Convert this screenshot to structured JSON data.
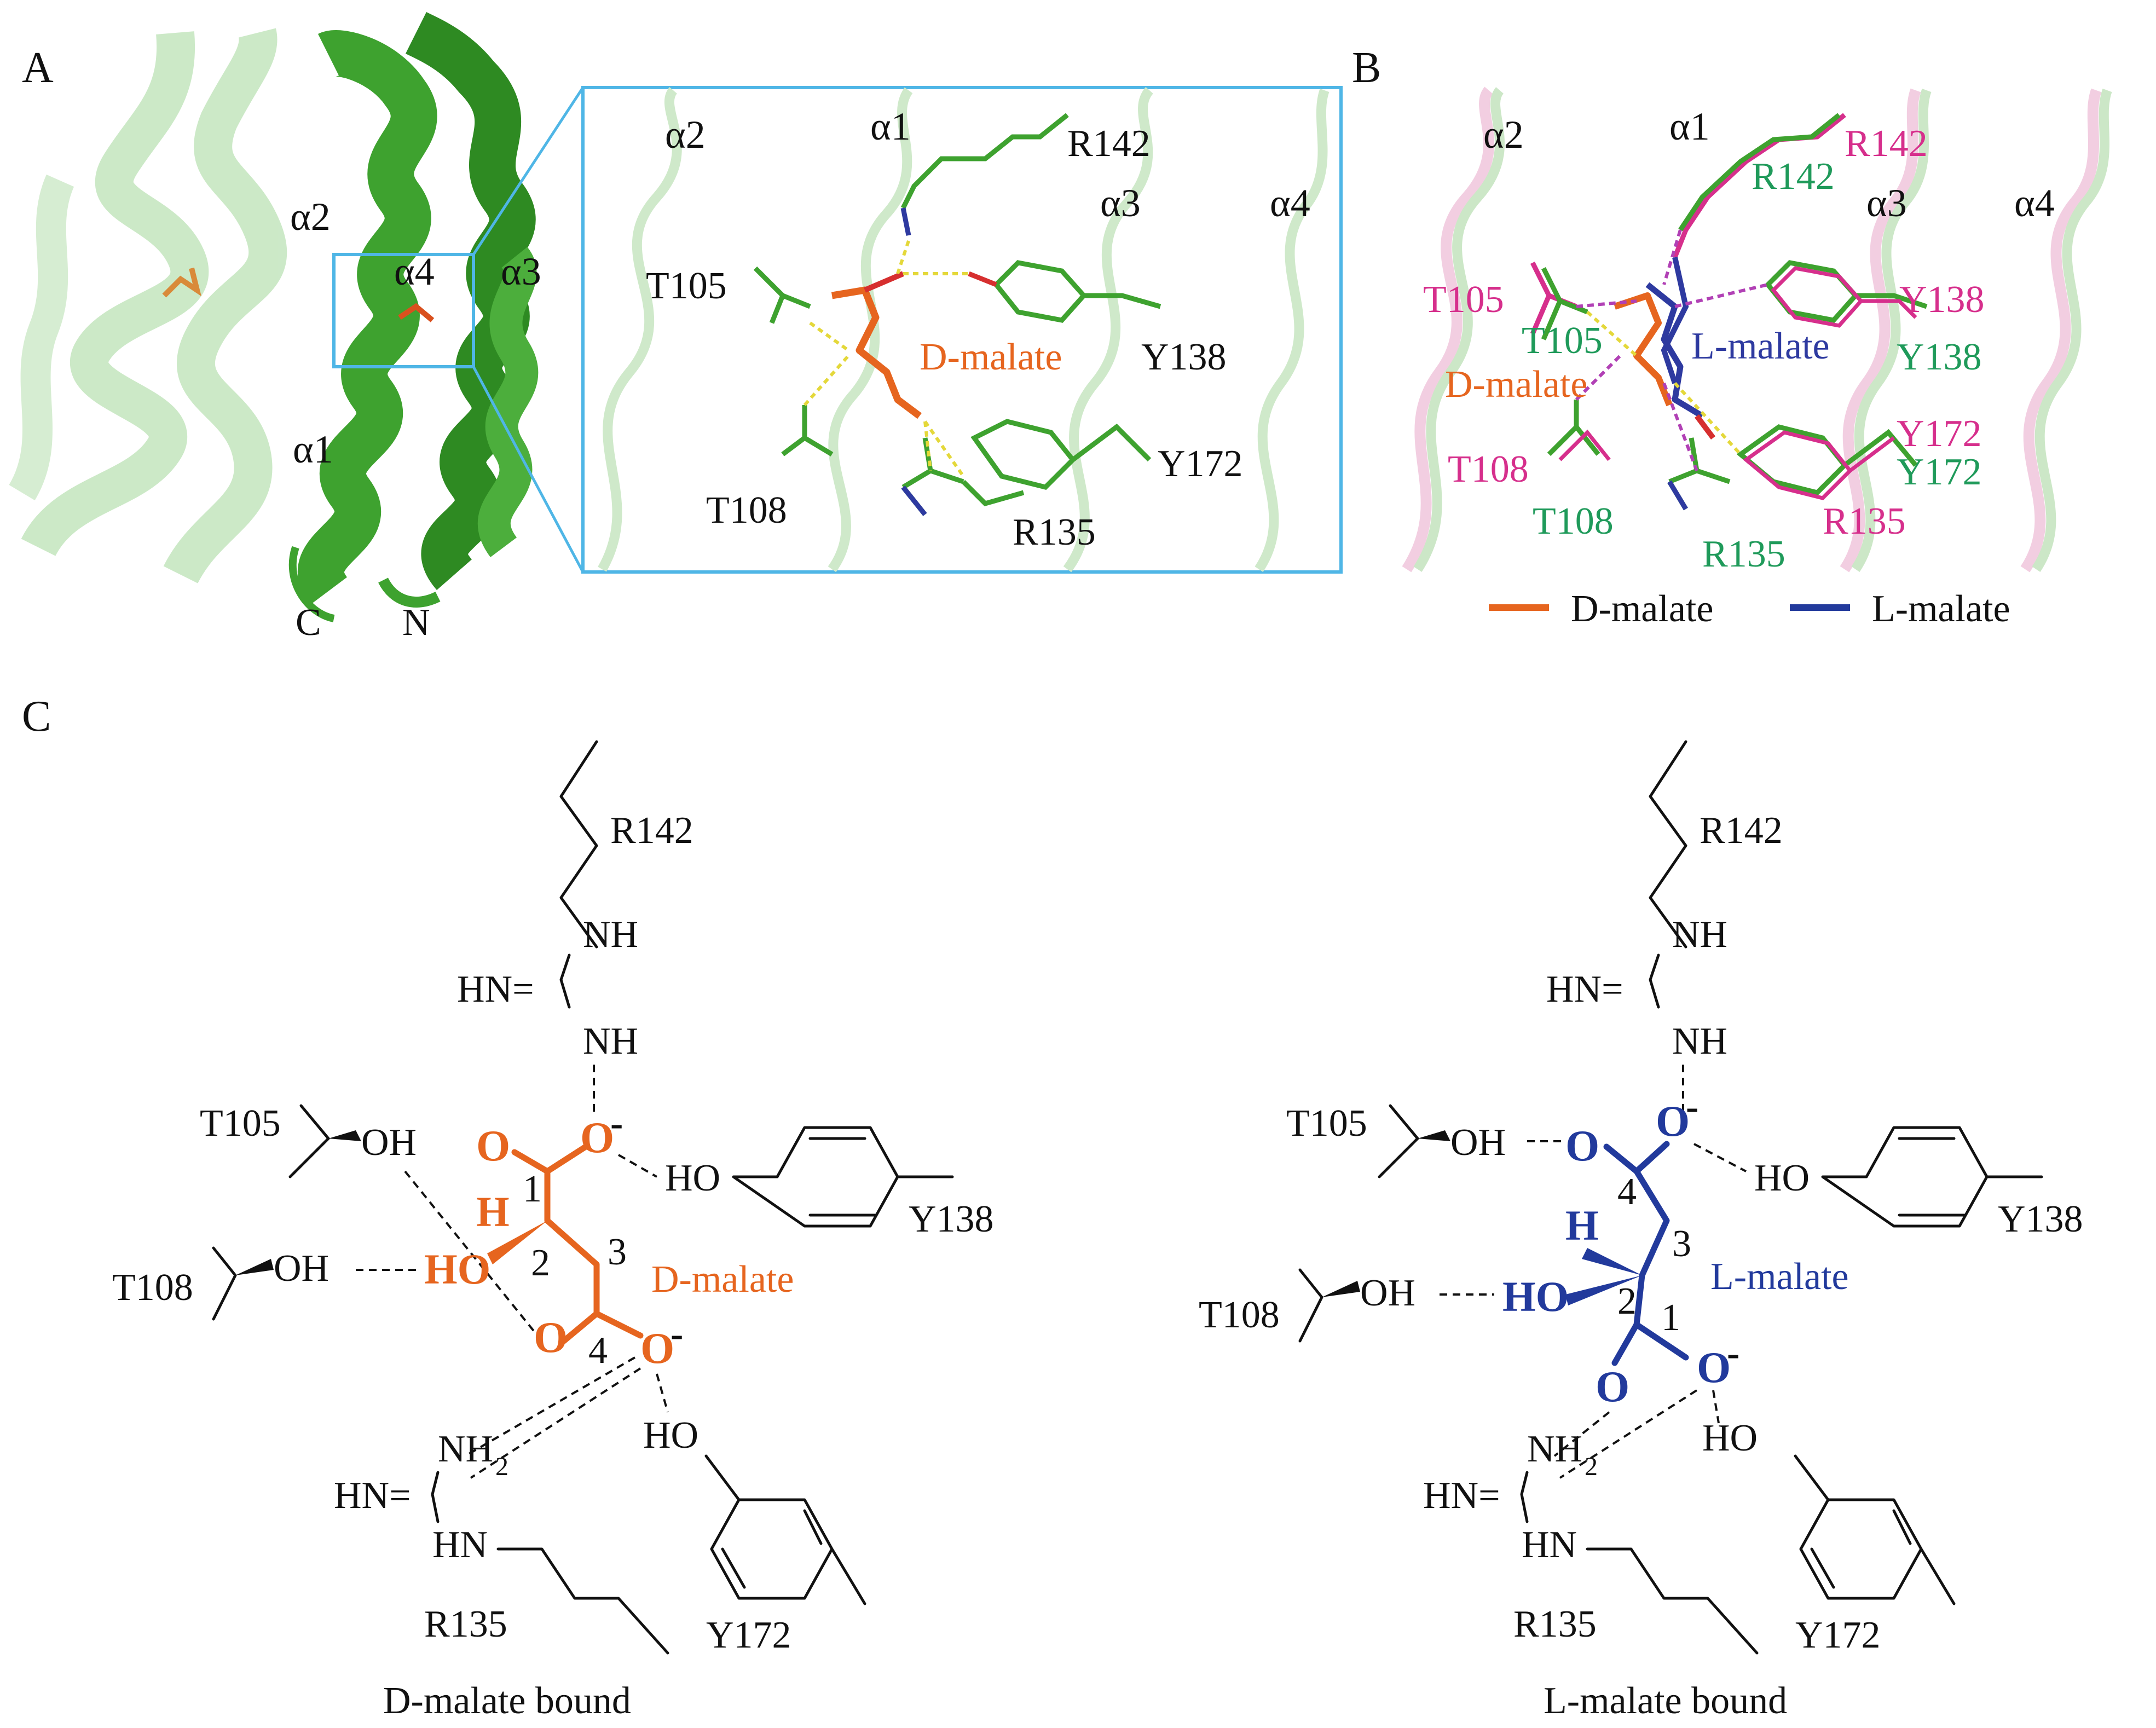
{
  "panels": {
    "A": {
      "letter": "A",
      "helices": [
        "α2",
        "α4",
        "α3",
        "α1"
      ],
      "termini": [
        "C",
        "N"
      ],
      "zoom_helices": [
        "α2",
        "α1",
        "α3",
        "α4"
      ],
      "residues": [
        "R142",
        "T105",
        "Y138",
        "D-malate",
        "T108",
        "Y172",
        "R135"
      ]
    },
    "B": {
      "letter": "B",
      "helices": [
        "α2",
        "α1",
        "α3",
        "α4"
      ],
      "residues_magenta": [
        "R142",
        "T105",
        "Y138",
        "T108",
        "Y172",
        "R135"
      ],
      "residues_green": [
        "R142",
        "T105",
        "Y138",
        "T108",
        "Y172",
        "R135"
      ],
      "ligands": [
        "L-malate",
        "D-malate"
      ],
      "legend": [
        {
          "label": "D-malate",
          "color": "#e6651f"
        },
        {
          "label": "L-malate",
          "color": "#223a9c"
        }
      ]
    },
    "C": {
      "letter": "C",
      "left": {
        "caption": "D-malate bound",
        "ligand": "D-malate",
        "residues": [
          "R142",
          "T105",
          "T108",
          "Y138",
          "R135",
          "Y172"
        ],
        "atoms": {
          "NH": "NH",
          "HN_eq": "HN=",
          "OH": "OH",
          "HO": "HO",
          "O": "O",
          "O_minus": "O",
          "H": "H",
          "NH2": "NH",
          "sub2": "2",
          "HN": "HN",
          "minus": "-"
        },
        "numbers": [
          "1",
          "2",
          "3",
          "4"
        ]
      },
      "right": {
        "caption": "L-malate bound",
        "ligand": "L-malate",
        "residues": [
          "R142",
          "T105",
          "T108",
          "Y138",
          "R135",
          "Y172"
        ],
        "atoms": {
          "NH": "NH",
          "HN_eq": "HN=",
          "OH": "OH",
          "HO": "HO",
          "O": "O",
          "O_minus": "O",
          "H": "H",
          "NH2": "NH",
          "sub2": "2",
          "HN": "HN",
          "minus": "-"
        },
        "numbers": [
          "4",
          "3",
          "2",
          "1"
        ]
      }
    }
  },
  "colors": {
    "helix_green": "#3ea22f",
    "faded_green": "#b9e0b3",
    "d_malate": "#e6651f",
    "l_malate": "#223a9c",
    "magenta": "#d62f8c",
    "teal_label": "#1f9a5a",
    "zoom_box": "#4fb6e6"
  }
}
